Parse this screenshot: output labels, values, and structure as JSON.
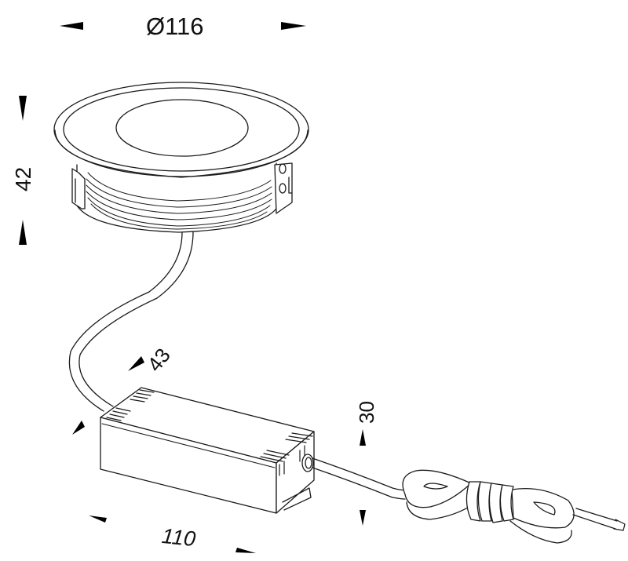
{
  "drawing": {
    "title": "Recessed LED downlight with driver — dimension drawing",
    "units": "mm",
    "colors": {
      "line": "#1a1a1a",
      "arrow": "#000000",
      "background": "#ffffff"
    }
  },
  "dimensions": {
    "diameter": {
      "label": "Ø116",
      "value": 116,
      "target": "downlight-bezel"
    },
    "height": {
      "label": "42",
      "value": 42,
      "target": "downlight-body"
    },
    "driver_depth": {
      "label": "43",
      "value": 43,
      "target": "driver-box"
    },
    "driver_height": {
      "label": "30",
      "value": 30,
      "target": "driver-box"
    },
    "driver_length": {
      "label": "110",
      "value": 110,
      "target": "driver-box"
    }
  },
  "components": [
    {
      "name": "downlight",
      "description": "Round recessed luminaire with bezel ring, lens and spring clips"
    },
    {
      "name": "connection-cable",
      "description": "Cable from luminaire to driver"
    },
    {
      "name": "driver",
      "description": "Rectangular LED driver box with vent slots"
    },
    {
      "name": "supply-cable",
      "description": "Coiled mains supply cable with stripped end"
    }
  ]
}
